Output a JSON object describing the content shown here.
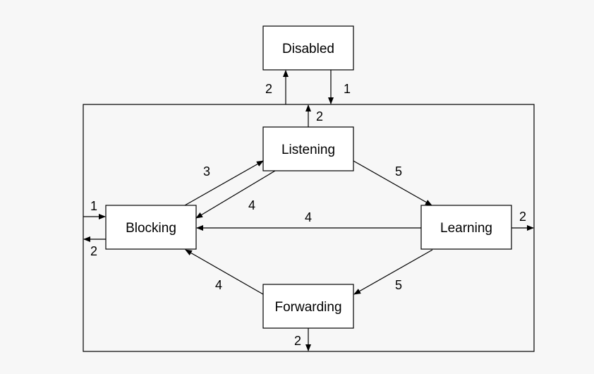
{
  "diagram": {
    "states": {
      "disabled": "Disabled",
      "listening": "Listening",
      "blocking": "Blocking",
      "learning": "Learning",
      "forwarding": "Forwarding"
    },
    "transitions": {
      "outer_to_disabled": "2",
      "disabled_to_outer": "1",
      "listening_up": "2",
      "blocking_to_listening": "3",
      "listening_to_blocking": "4",
      "listening_to_learning": "5",
      "learning_to_blocking": "4",
      "learning_to_forwarding": "5",
      "forwarding_to_blocking": "4",
      "external_to_blocking": "1",
      "blocking_to_external": "2",
      "learning_to_external": "2",
      "forwarding_down": "2"
    },
    "colors": {
      "background": "#f7f7f7",
      "box_fill": "#ffffff",
      "stroke": "#000000"
    }
  }
}
